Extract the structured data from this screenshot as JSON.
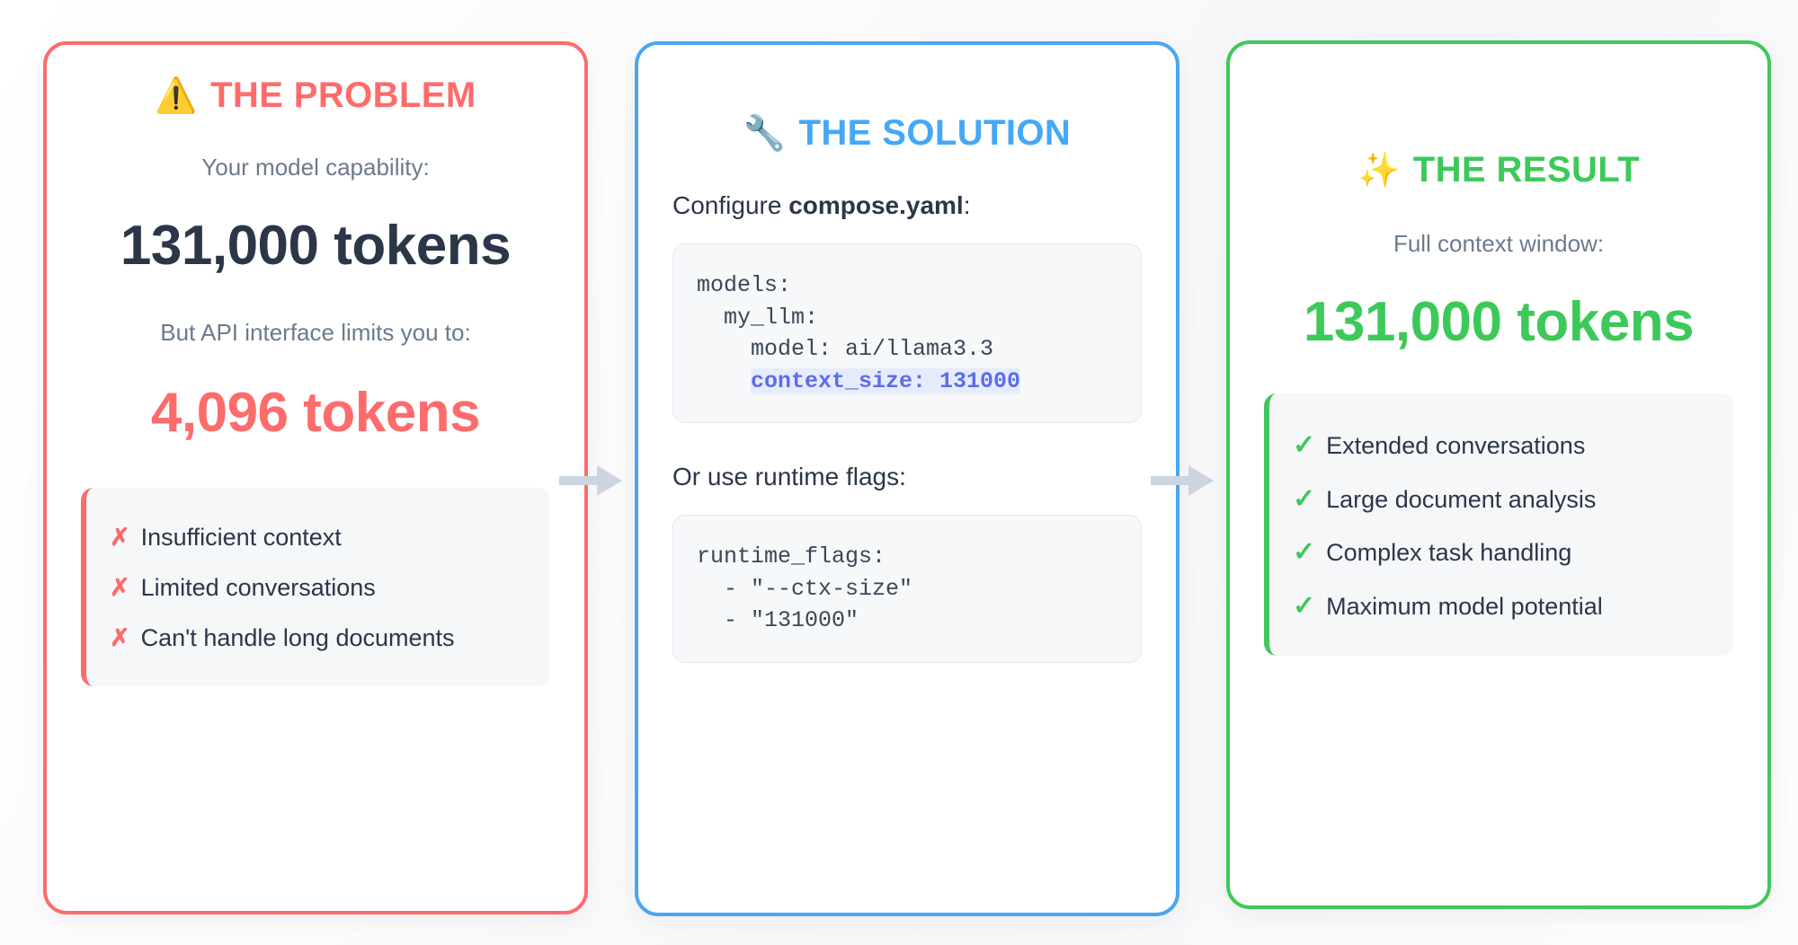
{
  "cards": {
    "problem": {
      "icon": "⚠️",
      "icon_name": "warning-triangle-icon",
      "title": "THE PROBLEM",
      "title_color": "#FF6B6B",
      "border_color": "#FF6B6B",
      "caption_1": "Your model capability:",
      "value_1": "131,000 tokens",
      "caption_2": "But API interface limits you to:",
      "value_2": "4,096 tokens",
      "list_mark": "✗",
      "list_mark_color": "#FD6B6B",
      "items": [
        "Insufficient context",
        "Limited conversations",
        "Can't handle long documents"
      ]
    },
    "solution": {
      "icon": "🔧",
      "icon_name": "wrench-icon",
      "title": "THE SOLUTION",
      "title_color": "#44A8F7",
      "border_color": "#49A6F2",
      "label_1_prefix": "Configure ",
      "label_1_strong": "compose.yaml",
      "label_1_suffix": ":",
      "code_1_plain": "models:\n  my_llm:\n    model: ai/llama3.3\n    ",
      "code_1_highlight": "context_size: 131000",
      "label_2": "Or use runtime flags:",
      "code_2": "runtime_flags:\n  - \"--ctx-size\"\n  - \"131000\"",
      "highlight_color": "#5b6ee8"
    },
    "result": {
      "icon": "✨",
      "icon_name": "sparkles-icon",
      "title": "THE RESULT",
      "title_color": "#3DC95A",
      "border_color": "#41C75B",
      "caption": "Full context window:",
      "value": "131,000 tokens",
      "list_mark": "✓",
      "list_mark_color": "#3DC95A",
      "items": [
        "Extended conversations",
        "Large document analysis",
        "Complex task handling",
        "Maximum model potential"
      ]
    }
  },
  "flow": {
    "arrow_1_name": "arrow-problem-to-solution",
    "arrow_2_name": "arrow-solution-to-result",
    "arrow_color": "#ccd5e0"
  }
}
